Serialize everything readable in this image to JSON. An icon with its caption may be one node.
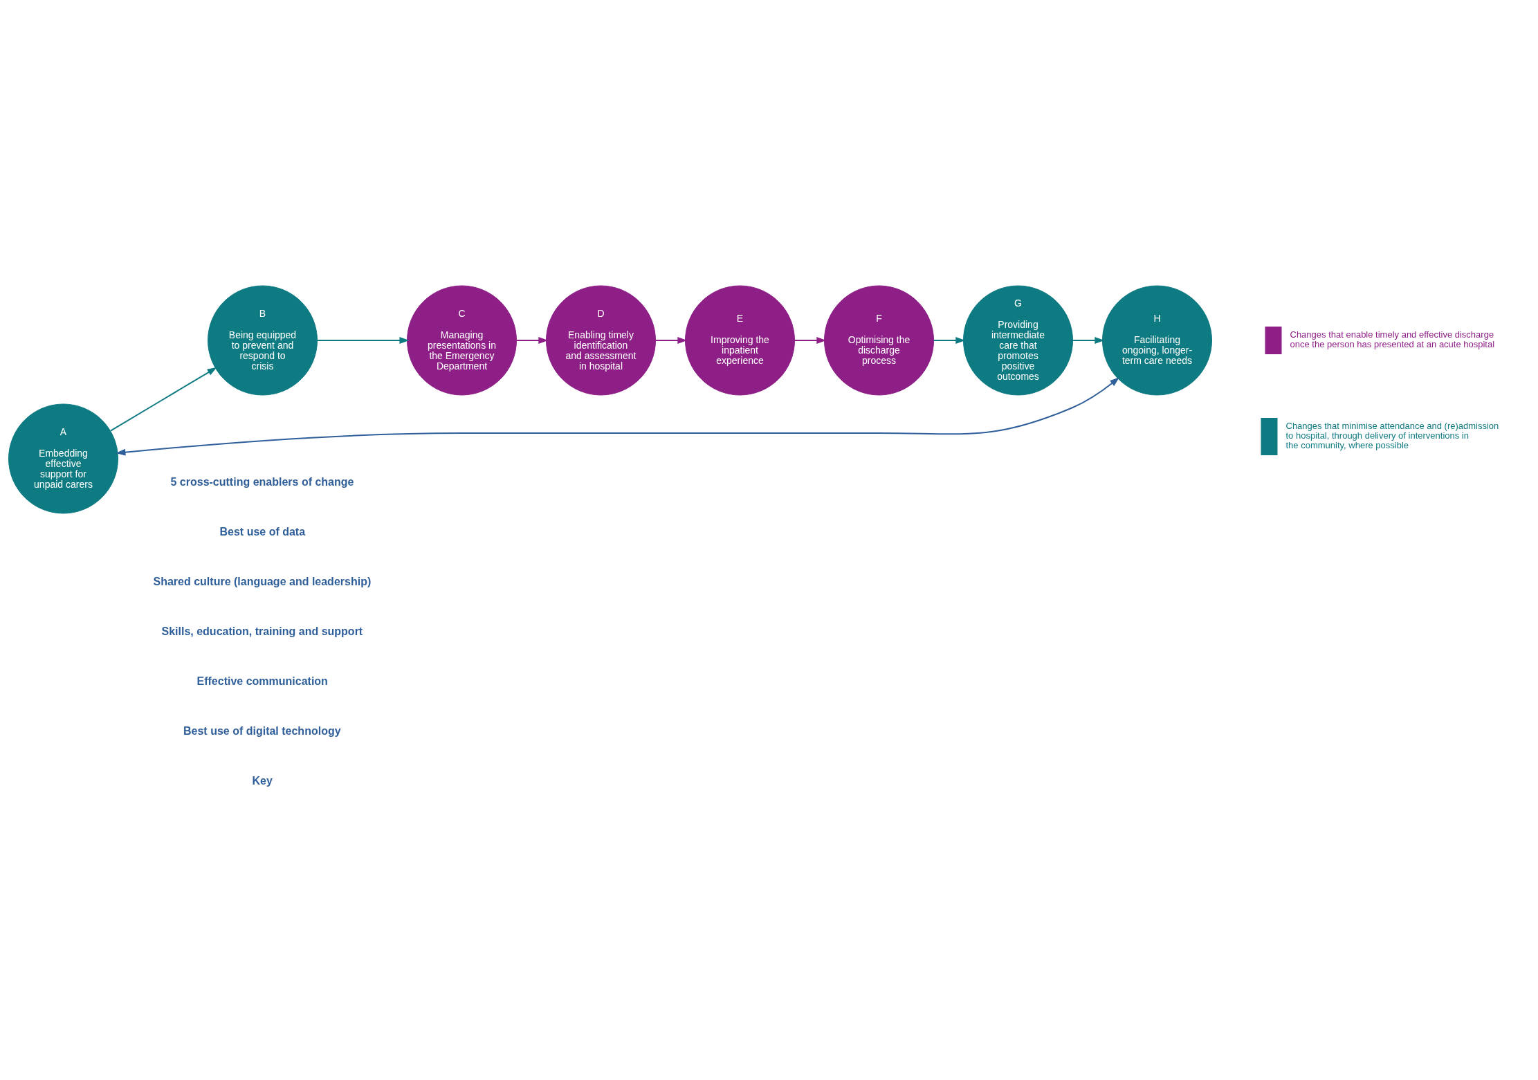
{
  "diagram": {
    "nodes": [
      {
        "text": [
          "A",
          "Embedding effective support for unpaid carers"
        ]
      },
      {
        "text": [
          "B",
          "Being equipped to prevent and respond to crisis"
        ]
      },
      {
        "text": [
          "C",
          "Managing presentations in the Emergency Department"
        ]
      },
      {
        "text": [
          "D",
          "Enabling timely identification and assessment in hospital"
        ]
      },
      {
        "text": [
          "E",
          "Improving the inpatient experience"
        ]
      },
      {
        "text": [
          "F",
          "Optimising the discharge process"
        ]
      },
      {
        "text": [
          "G",
          "Providing intermediate care that promotes positive outcomes"
        ]
      },
      {
        "text": [
          "H",
          "Facilitating ongoing, longer-term care needs"
        ]
      }
    ],
    "edges": [
      {
        "from": 0,
        "to": 1,
        "arrow": "to"
      },
      {
        "from": 1,
        "to": 2,
        "arrow": "to"
      },
      {
        "from": 2,
        "to": 3,
        "arrow": "to",
        "color": "#8e1f87"
      },
      {
        "from": 3,
        "to": 4,
        "arrow": "to",
        "color": "#8e1f87"
      },
      {
        "from": 4,
        "to": 5,
        "arrow": "to",
        "color": "#8e1f87"
      },
      {
        "from": 5,
        "to": 6,
        "arrow": "to"
      },
      {
        "from": 6,
        "to": 7,
        "arrow": "to"
      },
      {
        "from": 0,
        "to": 7,
        "arrow": "both",
        "color": "#2f5f9a"
      }
    ],
    "labels": [
      "5 cross-cutting enablers of change",
      "Best use of data",
      "Shared culture (language and leadership)",
      "Skills, education, training and support",
      "Effective communication",
      "Best use of digital technology",
      "Key"
    ],
    "legend": [
      {
        "text": "Changes that enable timely and effective discharge once the person has presented at an acute hospital",
        "color": "#8e1f87"
      },
      {
        "text": "Changes that minimise attendance and (re)admission to hospital, through delivery of interventions in the community, where possible",
        "color": "#0e7a82"
      }
    ]
  }
}
